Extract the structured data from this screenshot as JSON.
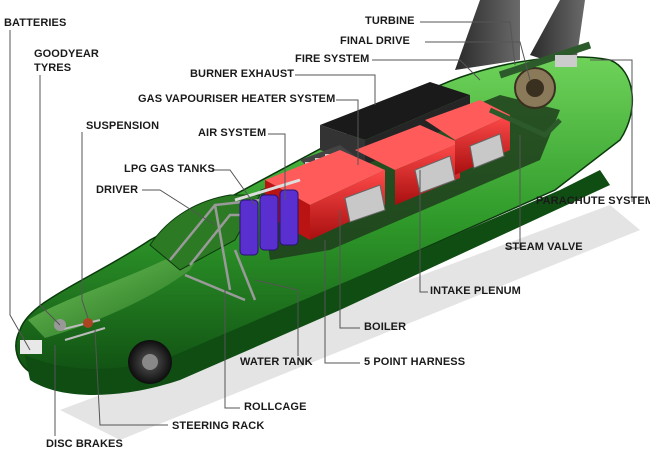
{
  "diagram": {
    "labels": {
      "batteries": "BATTERIES",
      "goodyear_tyres_line1": "GOODYEAR",
      "goodyear_tyres_line2": "TYRES",
      "suspension": "SUSPENSION",
      "air_system": "AIR SYSTEM",
      "lpg_gas_tanks": "LPG GAS TANKS",
      "driver": "DRIVER",
      "burner_exhaust": "BURNER EXHAUST",
      "gas_vapouriser_heater_system": "GAS VAPOURISER HEATER SYSTEM",
      "turbine": "TURBINE",
      "final_drive": "FINAL DRIVE",
      "fire_system": "FIRE SYSTEM",
      "parachute_system": "PARACHUTE SYSTEM",
      "steam_valve": "STEAM VALVE",
      "intake_plenum": "INTAKE PLENUM",
      "boiler": "BOILER",
      "five_point_harness": "5 POINT HARNESS",
      "water_tank": "WATER TANK",
      "rollcage": "ROLLCAGE",
      "steering_rack": "STEERING RACK",
      "disc_brakes": "DISC BRAKES"
    },
    "colors": {
      "body_green": "#2f9a2a",
      "body_dark": "#0f4d12",
      "boiler_red": "#d81e1e",
      "tank_purple": "#5a2fd0",
      "leader_line": "#555555",
      "text": "#1a1a1a"
    }
  }
}
